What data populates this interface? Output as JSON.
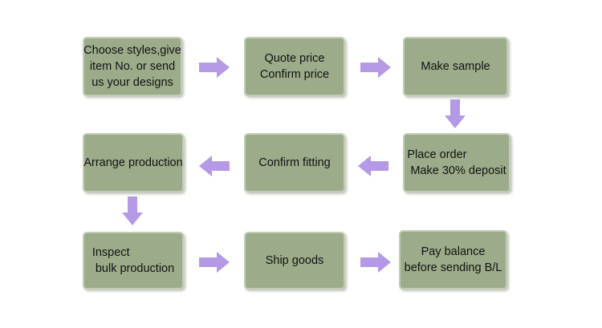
{
  "colors": {
    "box_fill": "#9cac8a",
    "box_border": "#c3cdb6",
    "arrow": "#b49ae6",
    "text": "#111111"
  },
  "steps": [
    {
      "label": "Choose styles,give\nitem No. or send\nus your designs"
    },
    {
      "label": "Quote price\nConfirm price"
    },
    {
      "label": "Make sample"
    },
    {
      "label": "Place order\n Make 30% deposit"
    },
    {
      "label": "Confirm fitting"
    },
    {
      "label": "Arrange production"
    },
    {
      "label": "Inspect\n bulk production"
    },
    {
      "label": "Ship goods"
    },
    {
      "label": "Pay balance\nbefore sending B/L"
    }
  ],
  "arrows": [
    {
      "from": 0,
      "to": 1,
      "direction": "right"
    },
    {
      "from": 1,
      "to": 2,
      "direction": "right"
    },
    {
      "from": 2,
      "to": 3,
      "direction": "down"
    },
    {
      "from": 3,
      "to": 4,
      "direction": "left"
    },
    {
      "from": 4,
      "to": 5,
      "direction": "left"
    },
    {
      "from": 5,
      "to": 6,
      "direction": "down"
    },
    {
      "from": 6,
      "to": 7,
      "direction": "right"
    },
    {
      "from": 7,
      "to": 8,
      "direction": "right"
    }
  ]
}
